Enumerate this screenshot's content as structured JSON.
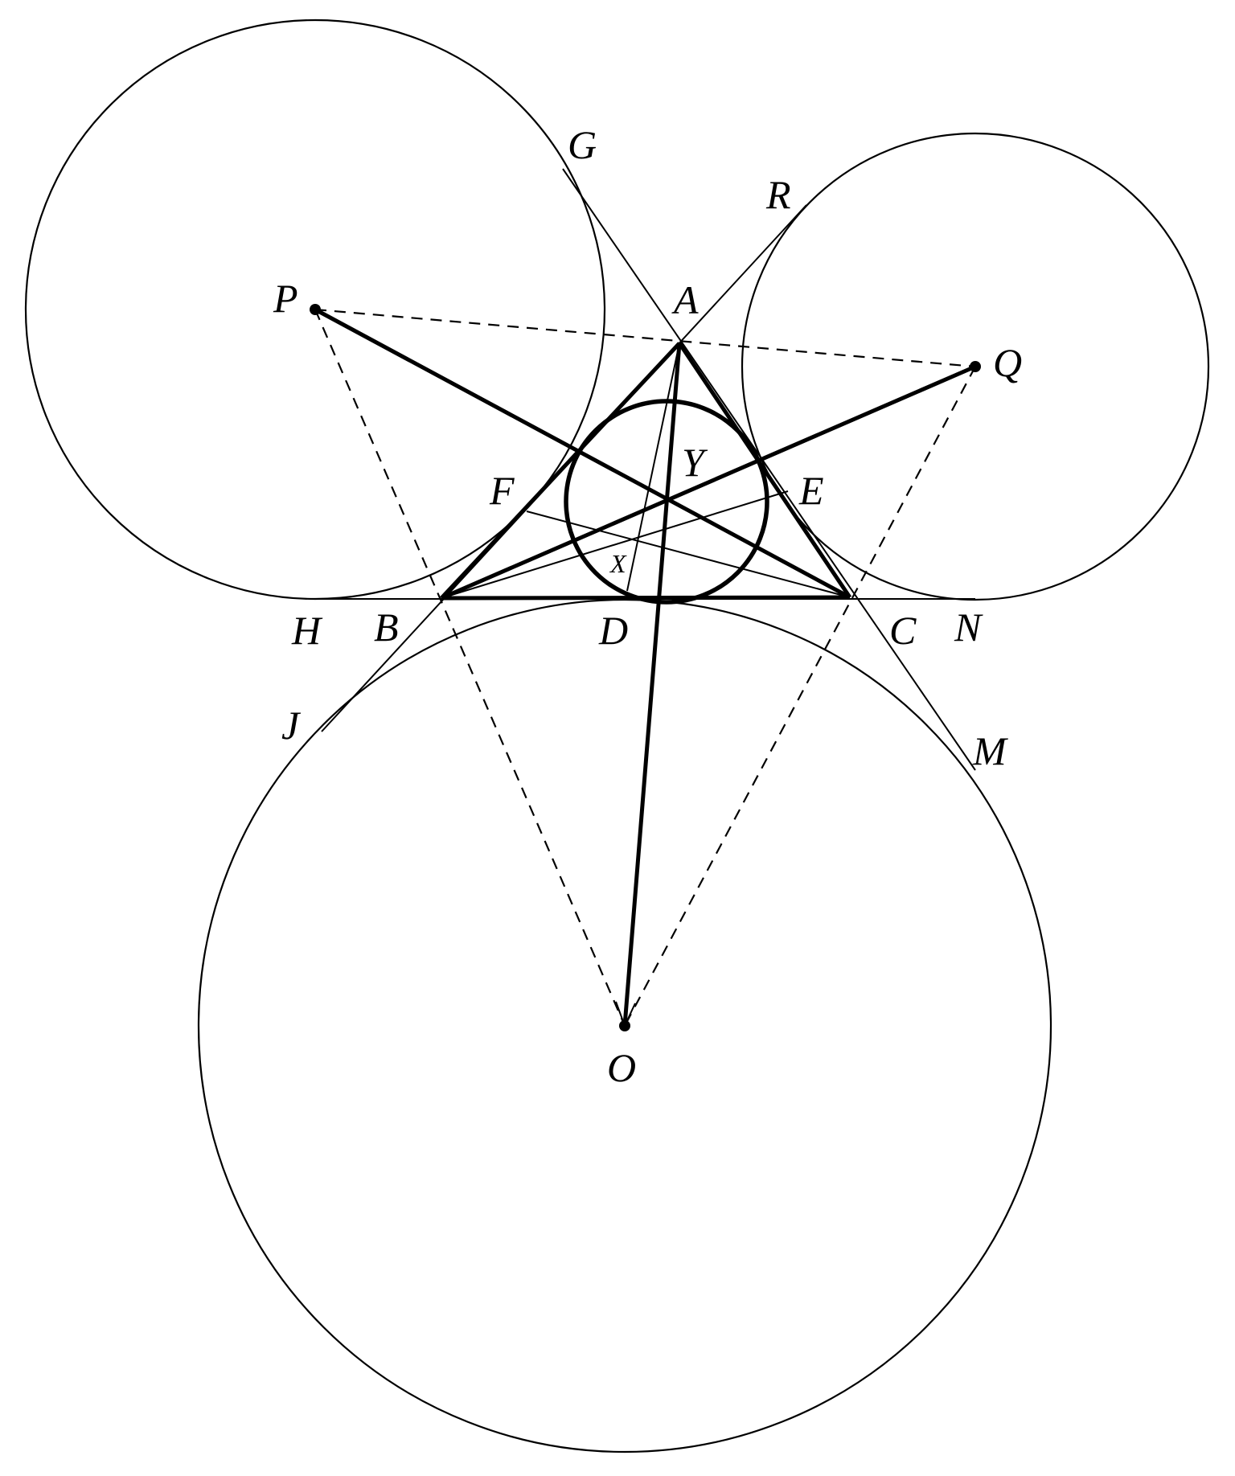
{
  "labels": {
    "A": "A",
    "B": "B",
    "C": "C",
    "D": "D",
    "E": "E",
    "F": "F",
    "G": "G",
    "H": "H",
    "J": "J",
    "M": "M",
    "N": "N",
    "O": "O",
    "P": "P",
    "Q": "Q",
    "R": "R",
    "X": "X",
    "Y": "Y"
  }
}
